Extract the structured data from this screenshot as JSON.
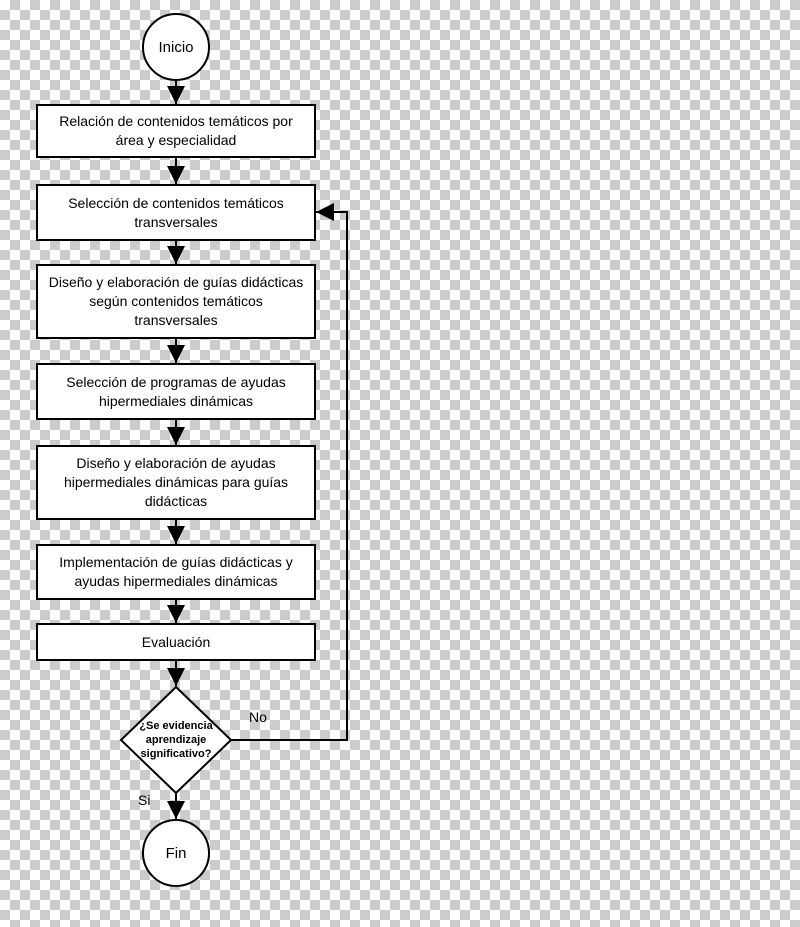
{
  "flowchart": {
    "start": "Inicio",
    "steps": [
      "Relación de contenidos temáticos por área y especialidad",
      "Selección de contenidos temáticos transversales",
      "Diseño y elaboración de guías didácticas según contenidos temáticos transversales",
      "Selección de programas de ayudas hipermediales dinámicas",
      "Diseño y elaboración de ayudas hipermediales dinámicas para guías didácticas",
      "Implementación de guías didácticas y ayudas hipermediales dinámicas",
      "Evaluación"
    ],
    "decision": "¿Se evidencia aprendizaje significativo?",
    "yes_label": "Si",
    "no_label": "No",
    "end": "Fin"
  },
  "colors": {
    "stroke": "#000000",
    "fill": "#ffffff",
    "checker": "#cccccc"
  }
}
